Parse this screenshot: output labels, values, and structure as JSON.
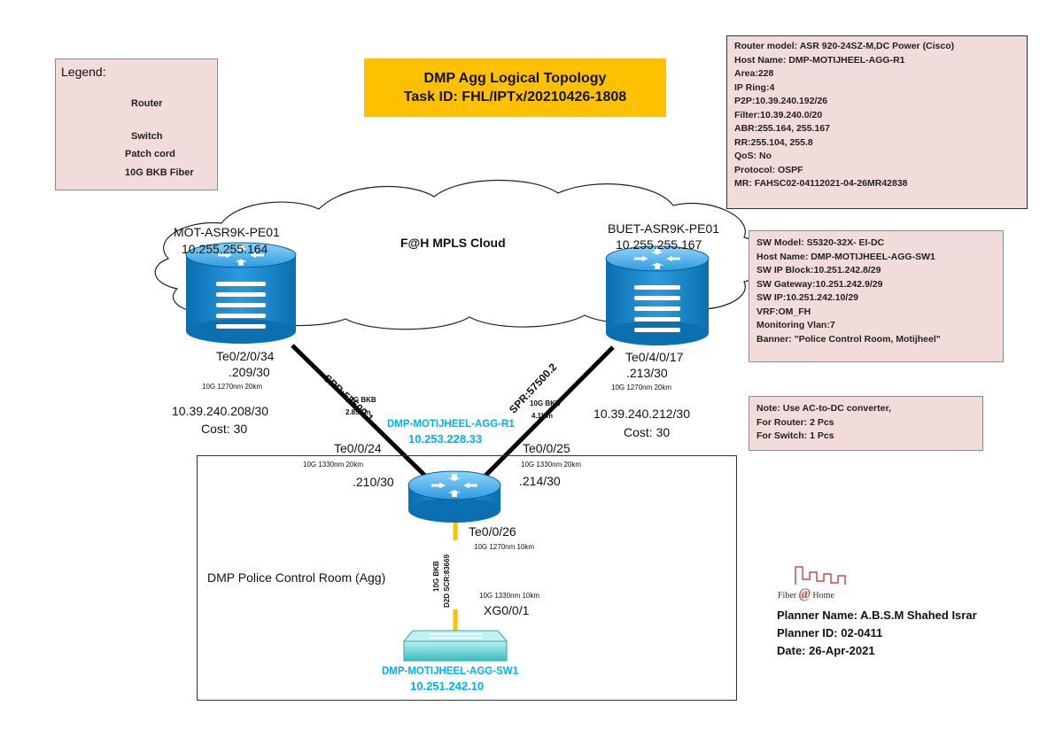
{
  "title": {
    "line1": "DMP Agg Logical Topology",
    "line2": "Task ID: FHL/IPTx/20210426-1808"
  },
  "legend": {
    "heading": "Legend:",
    "items": [
      {
        "label": "Router",
        "icon": "router-icon"
      },
      {
        "label": "Switch",
        "icon": "switch-icon"
      },
      {
        "label": "Patch cord",
        "icon": "patch-cord-line",
        "color": "#ffc000"
      },
      {
        "label": "10G BKB Fiber",
        "icon": "fiber-line",
        "color": "#000000"
      }
    ]
  },
  "router_info": [
    "Router model: ASR 920-24SZ-M,DC Power (Cisco)",
    "Host Name: DMP-MOTIJHEEL-AGG-R1",
    "Area:228",
    "IP Ring:4",
    "P2P:10.39.240.192/26",
    "Filter:10.39.240.0/20",
    "ABR:255.164, 255.167",
    "RR:255.104, 255.8",
    "QoS: No",
    "Protocol: OSPF",
    "MR: FAHSC02-04112021-04-26MR42838"
  ],
  "switch_info": [
    "SW Model: S5320-32X- EI-DC",
    "Host Name: DMP-MOTIJHEEL-AGG-SW1",
    "SW IP Block:10.251.242.8/29",
    "SW Gateway:10.251.242.9/29",
    "SW IP:10.251.242.10/29",
    "VRF:OM_FH",
    "Monitoring Vlan:7",
    "Banner: \"Police Control Room, Motijheel\""
  ],
  "note": [
    "Note: Use AC-to-DC converter,",
    "For Router: 2 Pcs",
    "For Switch: 1 Pcs"
  ],
  "cloud_label": "F@H MPLS Cloud",
  "left_pe": {
    "name": "MOT-ASR9K-PE01",
    "ip": "10.255.255.164",
    "port": "Te0/2/0/34",
    "port_ip": ".209/30",
    "optic": "10G 1270nm 20km",
    "subnet": "10.39.240.208/30",
    "cost": "Cost: 30"
  },
  "right_pe": {
    "name": "BUET-ASR9K-PE01",
    "ip": "10.255.255.167",
    "port": "Te0/4/0/17",
    "port_ip": ".213/30",
    "optic": "10G 1270nm 20km",
    "subnet": "10.39.240.212/30",
    "cost": "Cost: 30"
  },
  "link_left": {
    "spr": "SPR:57500.1",
    "type": "10G BKB",
    "length": "2.85Km"
  },
  "link_right": {
    "spr": "SPR:57500.2",
    "type": "10G BKB",
    "length": "4.1Km"
  },
  "agg_router": {
    "name": "DMP-MOTIJHEEL-AGG-R1",
    "ip": "10.253.228.33",
    "port_left": "Te0/0/24",
    "optic_left": "10G 1330nm 20km",
    "ip_left": ".210/30",
    "port_right": "Te0/0/25",
    "optic_right": "10G 1330nm 20km",
    "ip_right": ".214/30",
    "port_down": "Te0/0/26",
    "optic_down": "10G 1270nm 10km"
  },
  "downlink": {
    "type": "10G BKB",
    "scr": "D2D SCR:83669"
  },
  "switch": {
    "port": "XG0/0/1",
    "optic": "10G 1330nm 10km",
    "name": "DMP-MOTIJHEEL-AGG-SW1",
    "ip": "10.251.242.10"
  },
  "site_label": "DMP Police Control Room (Agg)",
  "logo": {
    "text_left": "Fiber",
    "text_at": "@",
    "text_right": "Home"
  },
  "planner": {
    "name": "Planner Name: A.B.S.M Shahed Israr",
    "id": "Planner ID: 02-0411",
    "date": "Date: 26-Apr-2021"
  },
  "colors": {
    "router_blue": "#1a8fd1",
    "switch_teal": "#5fd3d3",
    "patch_cord": "#ffc000",
    "label_blue": "#00b0f0",
    "pink": "#f2dcdb",
    "title_bg": "#ffc000"
  }
}
